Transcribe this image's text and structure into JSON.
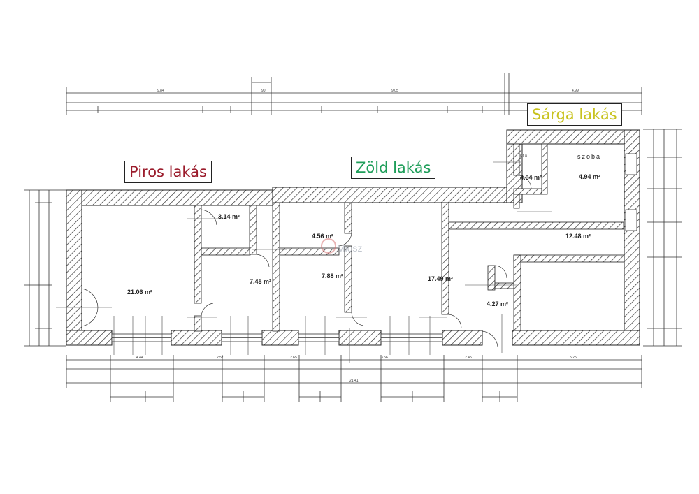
{
  "labels": {
    "red_apartment": "Piros lakás",
    "green_apartment": "Zöld lakás",
    "yellow_apartment": "Sárga lakás"
  },
  "colors": {
    "red": "#9b1c2c",
    "green": "#1f9e5a",
    "yellow": "#c8c21e",
    "wall_hatch": "#333333"
  },
  "rooms": {
    "r1": "21.06 m²",
    "r2": "3.14 m²",
    "r3": "7.45 m²",
    "r4": "4.56 m²",
    "r5": "7.88 m²",
    "r6": "17.49 m²",
    "r7": "4.27 m²",
    "r8": "4.84 m²",
    "r9": "4.94 m²",
    "r10": "12.48 m²",
    "room_szoba": "szoba",
    "room_kra": "k r a"
  },
  "watermark": "Miosz",
  "dimensions": {
    "total_length": "21.41",
    "top_row1": [
      "9.84",
      "90",
      "9.05",
      "4.99"
    ],
    "bottom_row": [
      "4.44",
      "2.57",
      "2.65",
      "3.56",
      "2.45",
      "5.25"
    ]
  }
}
